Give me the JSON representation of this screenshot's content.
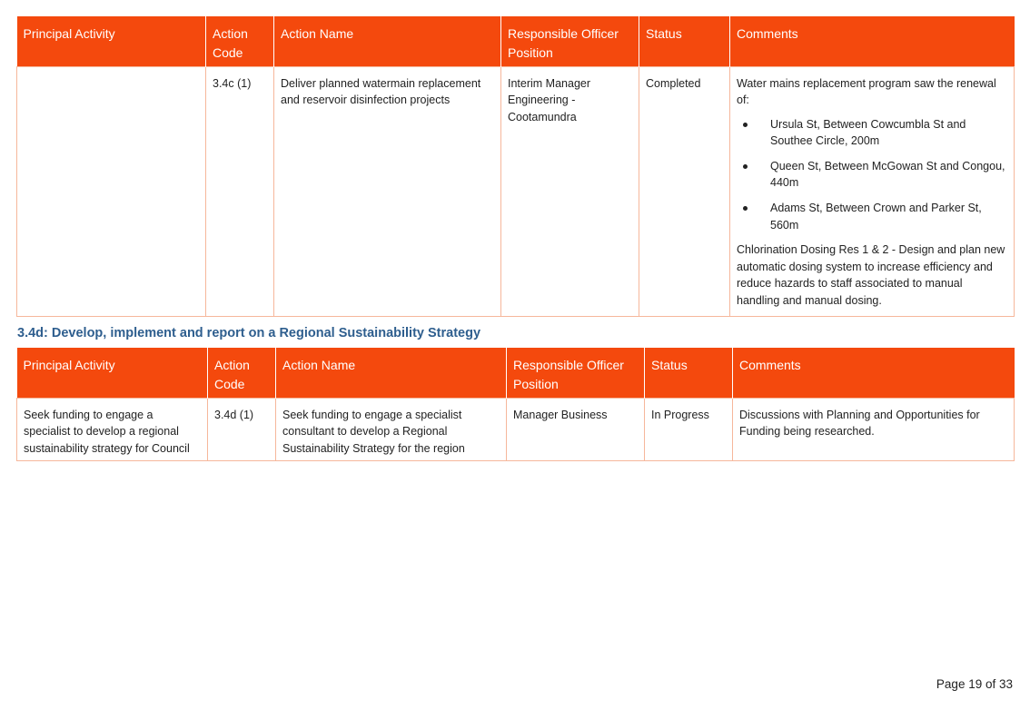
{
  "columns": [
    "Principal Activity",
    "Action Code",
    "Action Name",
    "Responsible Officer Position",
    "Status",
    "Comments"
  ],
  "table1": {
    "row": {
      "principal_activity": "",
      "action_code": "3.4c (1)",
      "action_name": "Deliver planned watermain replacement and reservoir disinfection projects",
      "officer": "Interim Manager Engineering - Cootamundra",
      "status": "Completed",
      "comments_intro": "Water mains replacement program saw the renewal of:",
      "comments_bullets": [
        "Ursula St, Between Cowcumbla St and Southee Circle, 200m",
        "Queen St, Between McGowan St and Congou, 440m",
        "Adams St, Between Crown and Parker St, 560m"
      ],
      "comments_outro": "Chlorination Dosing Res 1 & 2 - Design and plan new automatic dosing system to increase efficiency and reduce hazards to staff associated to manual handling and manual dosing."
    }
  },
  "section_heading": "3.4d: Develop, implement and report on a Regional Sustainability Strategy",
  "table2": {
    "row": {
      "principal_activity": "Seek funding to engage a specialist to develop a regional sustainability strategy for Council",
      "action_code": "3.4d (1)",
      "action_name": "Seek funding to engage a specialist consultant to develop a Regional Sustainability Strategy for the region",
      "officer": "Manager Business",
      "status": "In Progress",
      "comments": "Discussions with Planning and Opportunities for Funding being researched."
    }
  },
  "footer": "Page 19 of 33",
  "colors": {
    "header_bg": "#f4490d",
    "border": "#f6b79b",
    "heading": "#2e5e8e"
  }
}
